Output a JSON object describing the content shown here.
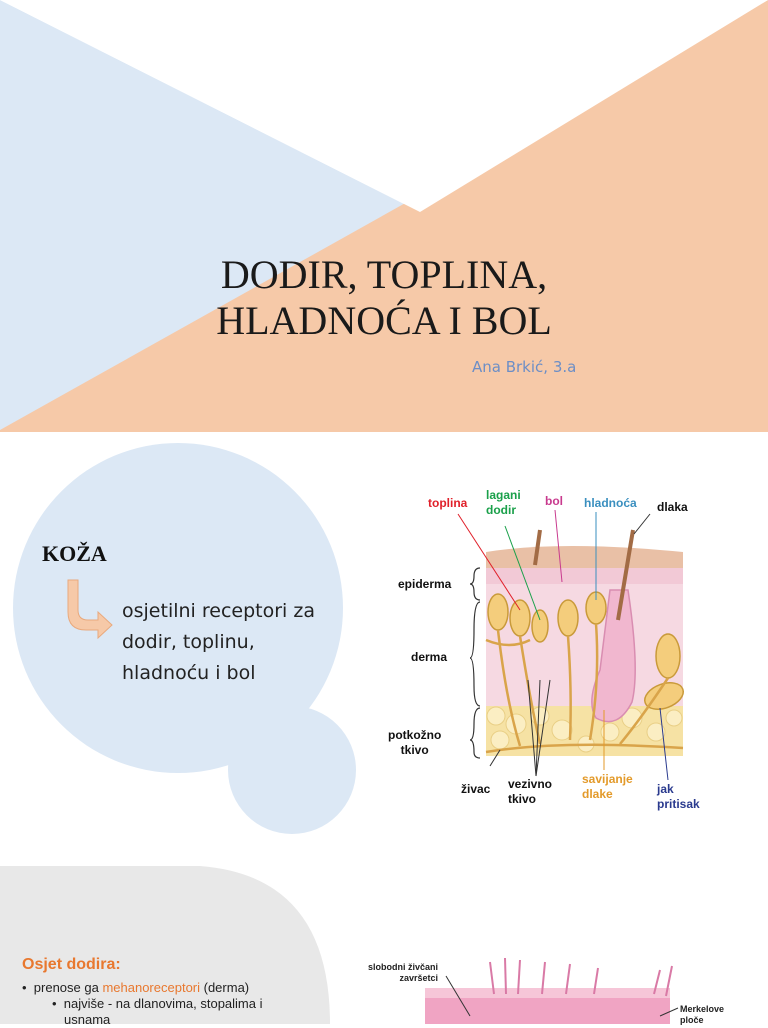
{
  "slide1": {
    "title_line1": "DODIR, TOPLINA,",
    "title_line2": "HLADNOĆA I BOL",
    "subtitle": "Ana Brkić, 3.a"
  },
  "slide2": {
    "heading": "KOŽA",
    "text": "osjetilni receptori za dodir, toplinu, hladnoću i bol",
    "labels": {
      "toplina": "toplina",
      "lagani_dodir_1": "lagani",
      "lagani_dodir_2": "dodir",
      "bol": "bol",
      "hladnoca": "hladnoća",
      "dlaka": "dlaka",
      "epiderma": "epiderma",
      "derma": "derma",
      "potkozno_1": "potkožno",
      "potkozno_2": "tkivo",
      "zivac": "živac",
      "vezivno_1": "vezivno",
      "vezivno_2": "tkivo",
      "savijanje_1": "savijanje",
      "savijanje_2": "dlake",
      "jak_1": "jak",
      "jak_2": "pritisak"
    },
    "colors": {
      "toplina": "#e0202a",
      "lagani_dodir": "#1aa04a",
      "bol": "#c83a8e",
      "hladnoca": "#3a8fbf",
      "savijanje": "#e39a2a",
      "jak_pritisak": "#2a3a8e"
    }
  },
  "slide3": {
    "title": "Osjet dodira:",
    "bullet1_pre": "prenose ga ",
    "bullet1_highlight": "mehanoreceptori",
    "bullet1_post": " (derma)",
    "sub1_line1": "najviše - na dlanovima, stopalima i",
    "sub1_line2": "usnama",
    "label_free_1": "slobodni živčani",
    "label_free_2": "završetci",
    "label_merkel_1": "Merkelove",
    "label_merkel_2": "ploče"
  }
}
